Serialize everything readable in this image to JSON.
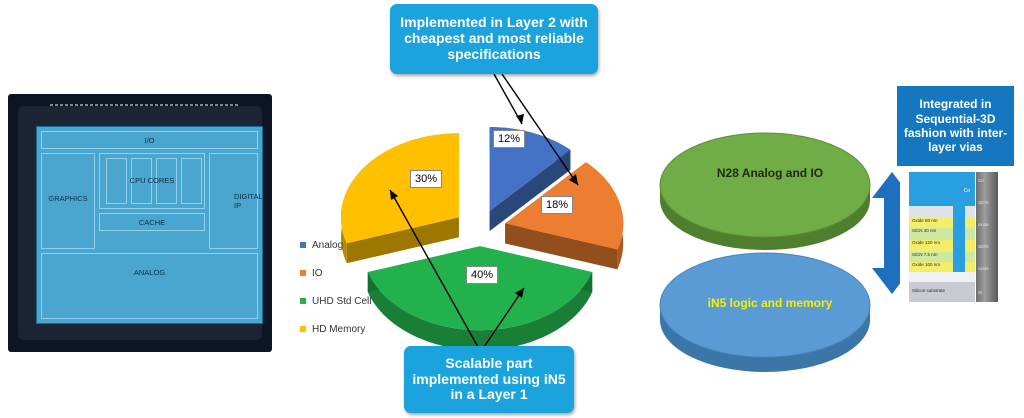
{
  "chip": {
    "io": "I/O",
    "cpu_cores": "CPU CORES",
    "cache": "CACHE",
    "graphics": "GRAPHICS",
    "digital_ip": "DIGITAL IP",
    "analog": "ANALOG"
  },
  "callouts": {
    "top": "Implemented in Layer 2 with cheapest and most reliable specifications",
    "bottom": "Scalable part implemented using iN5 in a Layer 1",
    "right": "Integrated in Sequential-3D fashion with inter-layer vias"
  },
  "chart_data": {
    "type": "pie",
    "style": "3d exploded",
    "categories": [
      "Analog",
      "IO",
      "UHD Std Cell",
      "HD Memory"
    ],
    "values": [
      12,
      18,
      40,
      30
    ],
    "value_labels": [
      "12%",
      "18%",
      "40%",
      "30%"
    ],
    "colors": [
      "#4472c4",
      "#ed7d31",
      "#23b14d",
      "#ffc000"
    ],
    "legend_placement": "left"
  },
  "disks": {
    "top": {
      "label": "N28 Analog and IO",
      "color": "#70ad47",
      "text_color": "#1f2a10"
    },
    "bottom": {
      "label": "iN5 logic and memory",
      "color": "#5b9bd5",
      "text_color": "#f2f200"
    }
  },
  "cross_section": {
    "layers": [
      "Co",
      "Oxide 80 nm",
      "SiCN 40 nm",
      "Oxide 120 nm",
      "SiCN 7.5 nm",
      "Oxide 100 nm",
      "Silicon substrate"
    ],
    "side": [
      "Co",
      "SiCN",
      "oxide",
      "SiCN",
      "oxide",
      "Si"
    ]
  },
  "arrow_color": "#1f6fbf"
}
